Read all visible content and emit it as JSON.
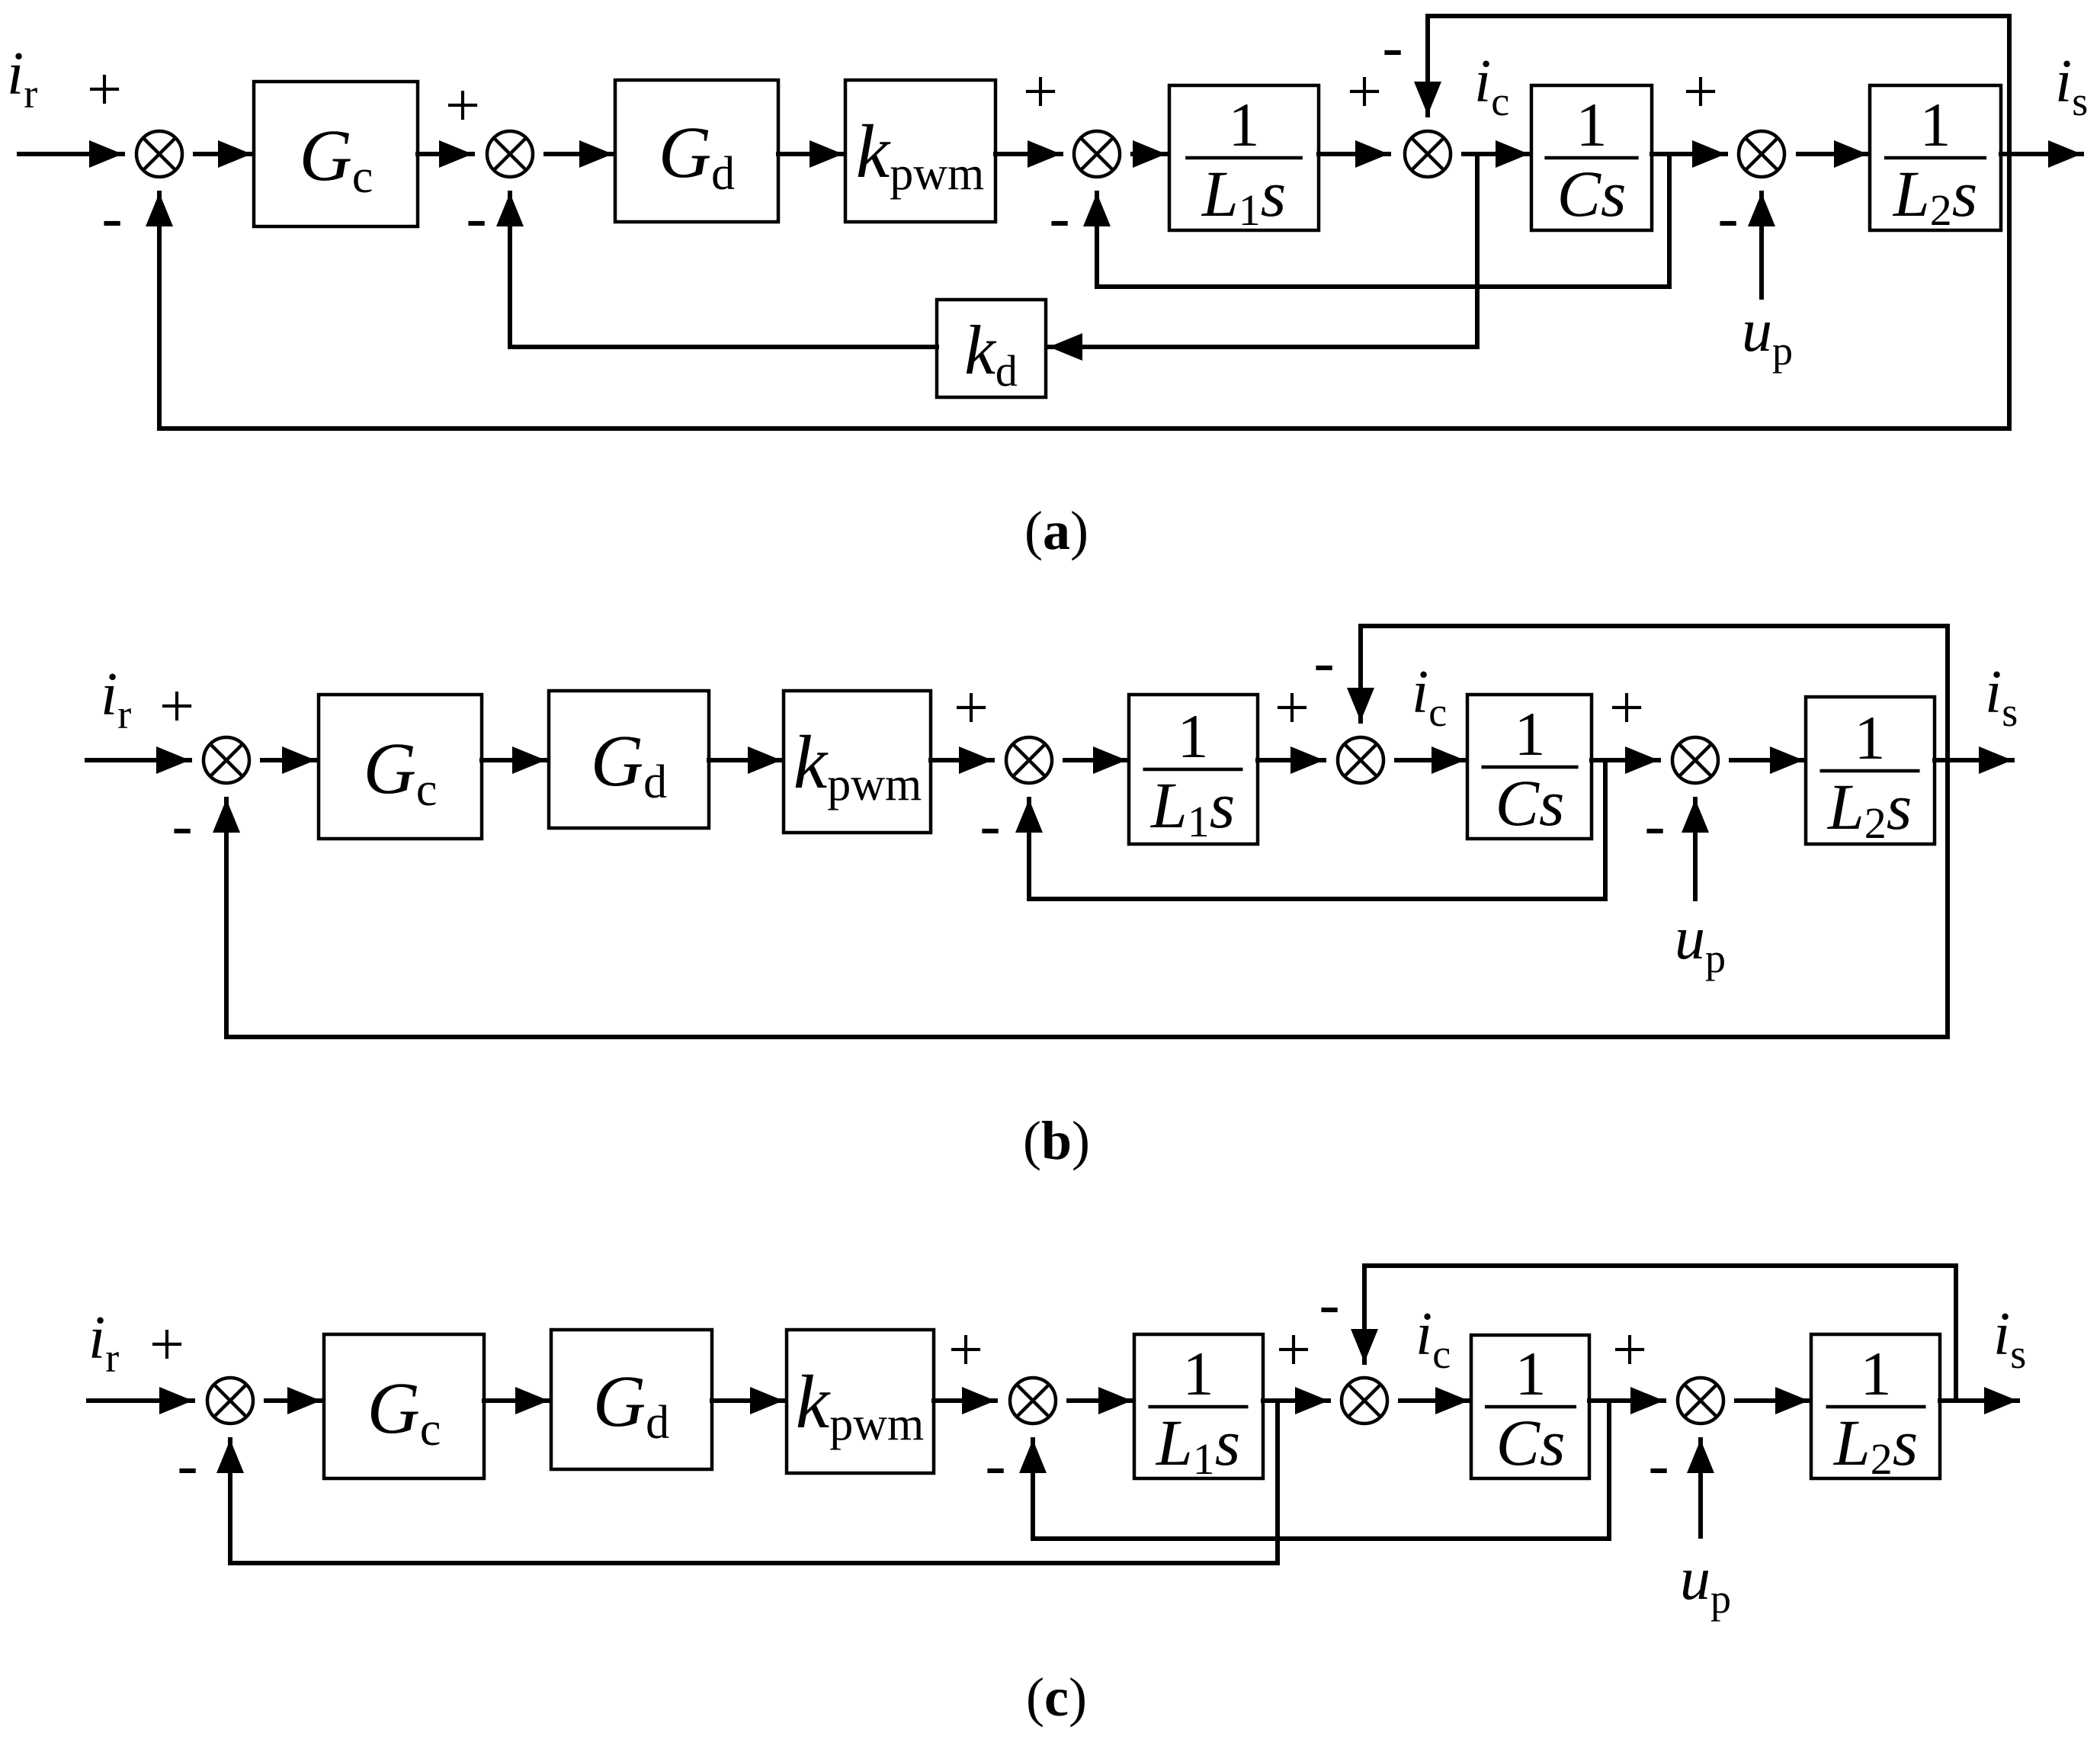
{
  "blocks": {
    "Gc": {
      "sym": "G",
      "sub": "c"
    },
    "Gd": {
      "sym": "G",
      "sub": "d"
    },
    "kpwm": {
      "sym": "k",
      "sub": "pwm"
    },
    "kd": {
      "sym": "k",
      "sub": "d"
    },
    "L1s": {
      "num": "1",
      "den": "L",
      "den_sub": "1",
      "den_var": "s"
    },
    "Cs": {
      "num": "1",
      "den": "Cs"
    },
    "L2s": {
      "num": "1",
      "den": "L",
      "den_sub": "2",
      "den_var": "s"
    }
  },
  "signals": {
    "ir": {
      "sym": "i",
      "sub": "r"
    },
    "ic": {
      "sym": "i",
      "sub": "c"
    },
    "is": {
      "sym": "i",
      "sub": "s"
    },
    "up": {
      "sym": "u",
      "sub": "p"
    }
  },
  "signs": {
    "plus": "+",
    "minus": "-"
  },
  "captions": {
    "a": "a",
    "b": "b",
    "c": "c",
    "open": "(",
    "close": ")"
  }
}
